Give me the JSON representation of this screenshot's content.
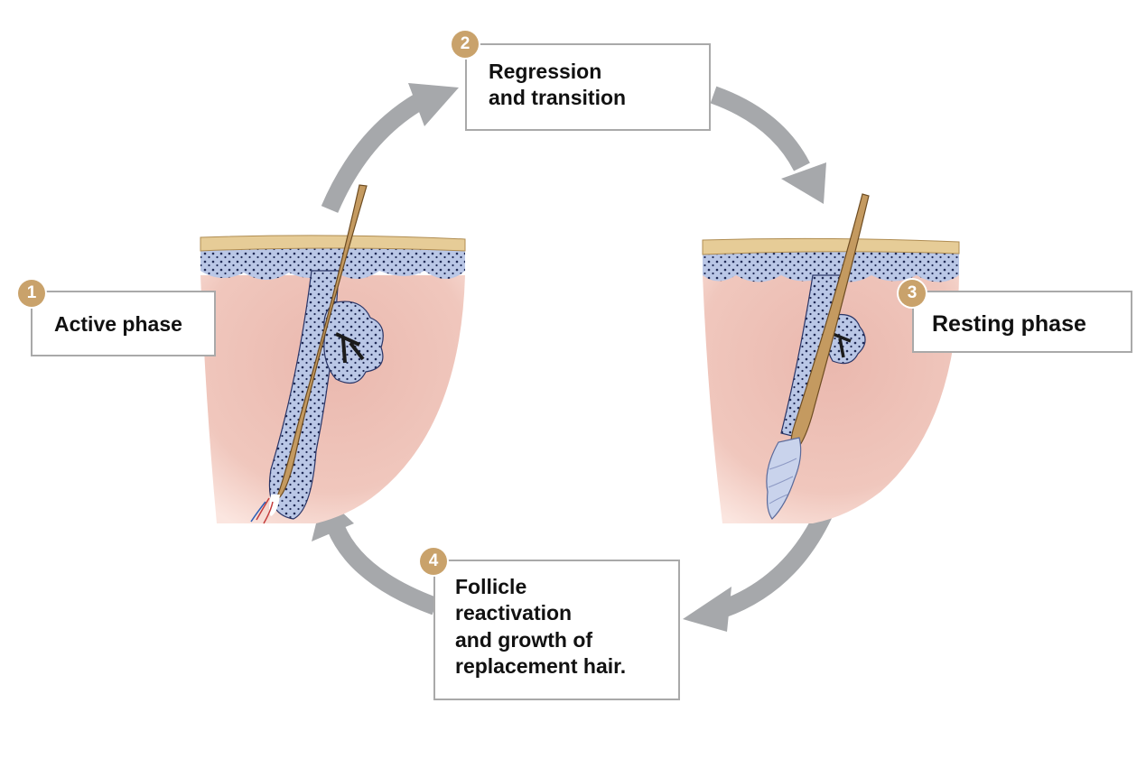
{
  "steps": [
    {
      "number": "1",
      "text": "Active phase"
    },
    {
      "number": "2",
      "text": "Regression\nand transition"
    },
    {
      "number": "3",
      "text": "Resting phase"
    },
    {
      "number": "4",
      "text": "Follicle\nreactivation\nand growth of\nreplacement hair."
    }
  ],
  "colors": {
    "arrow": "#a6a8ab",
    "badge": "#c9a26b",
    "dermis": "#eec0b6",
    "epidermis": "#b9c6e3",
    "hair": "#c49a60",
    "box_border": "#a9a9a9"
  }
}
